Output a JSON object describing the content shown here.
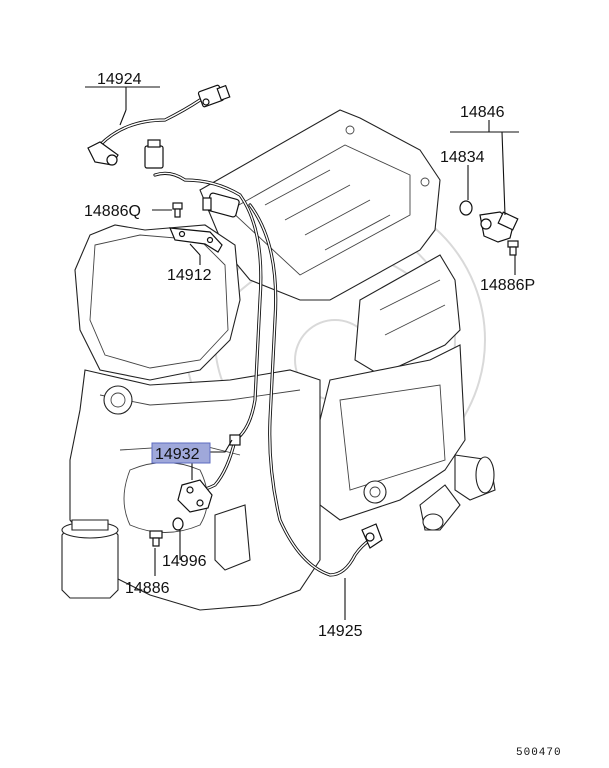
{
  "diagram": {
    "parts": [
      {
        "id": "p14924",
        "label": "14924"
      },
      {
        "id": "p14846",
        "label": "14846"
      },
      {
        "id": "p14834",
        "label": "14834"
      },
      {
        "id": "p14886q",
        "label": "14886Q"
      },
      {
        "id": "p14912",
        "label": "14912"
      },
      {
        "id": "p14886p",
        "label": "14886P"
      },
      {
        "id": "p14932",
        "label": "14932",
        "highlighted": true
      },
      {
        "id": "p14996",
        "label": "14996"
      },
      {
        "id": "p14886",
        "label": "14886"
      },
      {
        "id": "p14925",
        "label": "14925"
      }
    ],
    "highlight_color": "#9fa8da",
    "reference_number": "500470"
  }
}
